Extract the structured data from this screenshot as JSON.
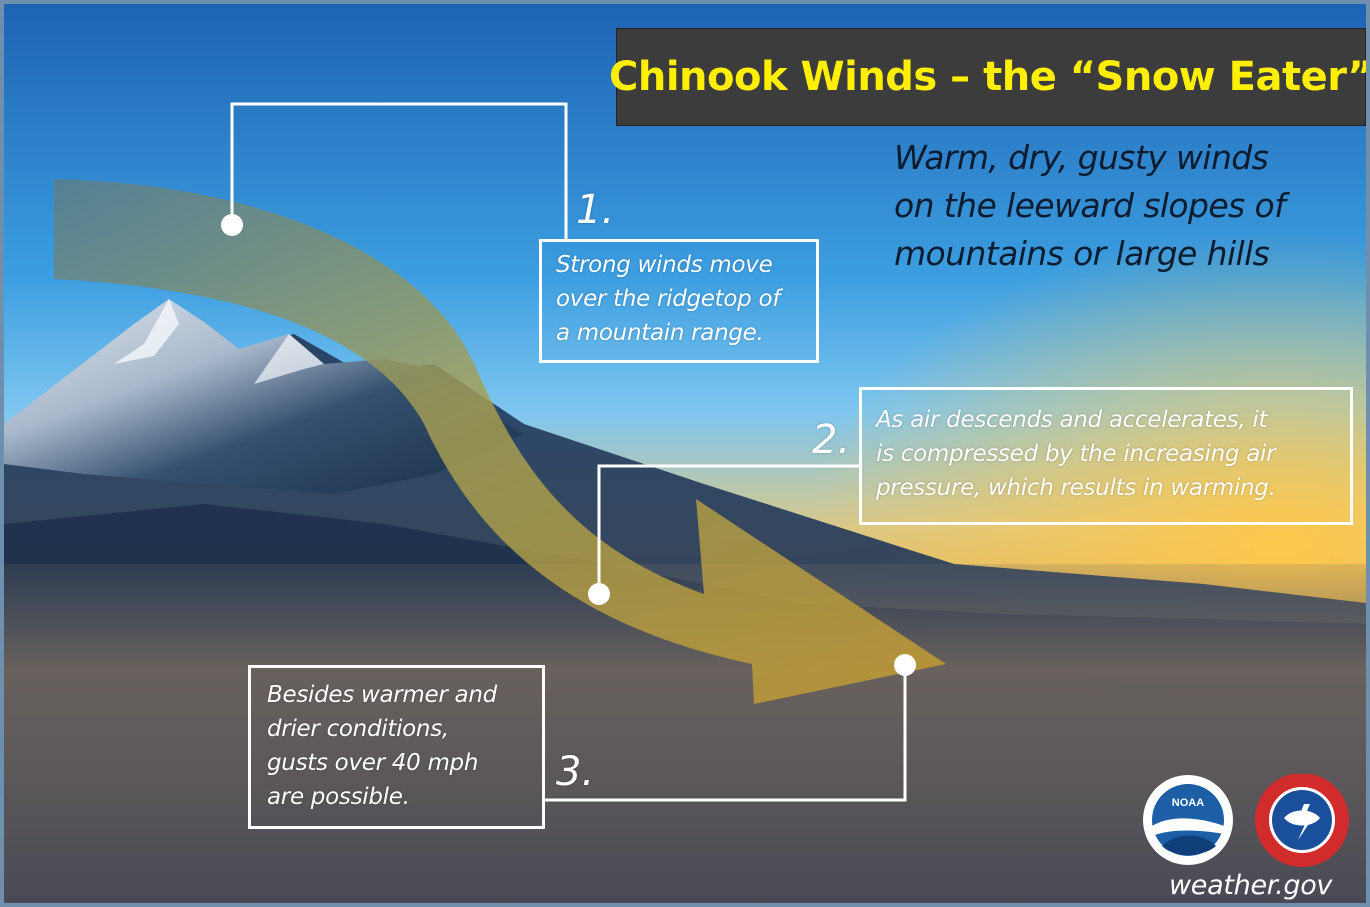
{
  "title": "Chinook Winds – the “Snow Eater”",
  "subtitle_lines": [
    "Warm, dry, gusty winds",
    "on the leeward slopes of",
    "mountains or large hills"
  ],
  "steps": [
    {
      "number": "1.",
      "lines": [
        "Strong winds move",
        "over the ridgetop of",
        "a mountain range."
      ]
    },
    {
      "number": "2.",
      "lines": [
        "As air descends and accelerates, it",
        "is compressed by the increasing air",
        "pressure, which results in warming."
      ]
    },
    {
      "number": "3.",
      "lines": [
        "Besides warmer and",
        "drier conditions,",
        "gusts over 40 mph",
        "are possible."
      ]
    }
  ],
  "logos": {
    "noaa": "NOAA",
    "nws": "NATIONAL WEATHER SERVICE"
  },
  "website": "weather.gov",
  "colors": {
    "title_text": "#ffef00",
    "title_bg": "#3c3c3c",
    "arrow": "#c9a032",
    "callout": "#ffffff"
  }
}
